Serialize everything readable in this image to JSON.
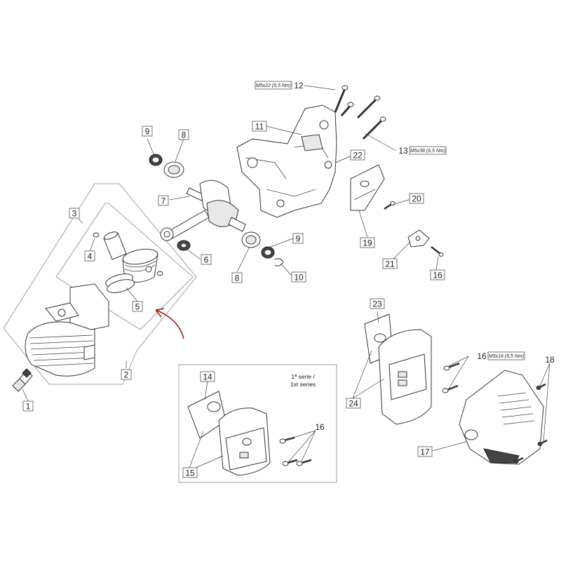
{
  "diagram": {
    "callouts": {
      "c1": "1",
      "c2": "2",
      "c3": "3",
      "c4": "4",
      "c5": "5",
      "c6": "6",
      "c7": "7",
      "c8a": "8",
      "c8b": "8",
      "c9a": "9",
      "c9b": "9",
      "c10": "10",
      "c11": "11",
      "c12": "12",
      "c13": "13",
      "c14": "14",
      "c15": "15",
      "c16a": "16",
      "c16b": "16",
      "c16c": "16",
      "c17": "17",
      "c18": "18",
      "c19": "19",
      "c20": "20",
      "c21": "21",
      "c22": "22",
      "c23": "23",
      "c24": "24"
    },
    "specs": {
      "s12": "M5x22 (6,5 Nm)",
      "s13": "M5x38 (6,5 Nm)",
      "s16": "M5x16 (6,5 Nm)"
    },
    "series_note": {
      "line1": "1ª serie /",
      "line2": "1st series"
    }
  }
}
